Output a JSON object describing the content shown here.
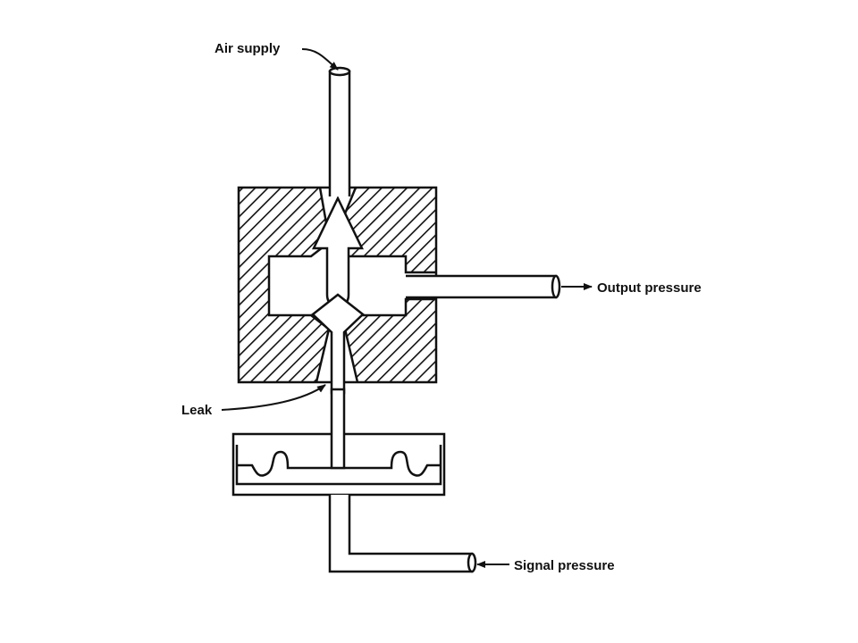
{
  "colors": {
    "ink": "#111111",
    "paper": "#ffffff"
  },
  "labels": {
    "air_supply": "Air supply",
    "output_pressure": "Output pressure",
    "leak": "Leak",
    "signal_pressure": "Signal pressure"
  }
}
